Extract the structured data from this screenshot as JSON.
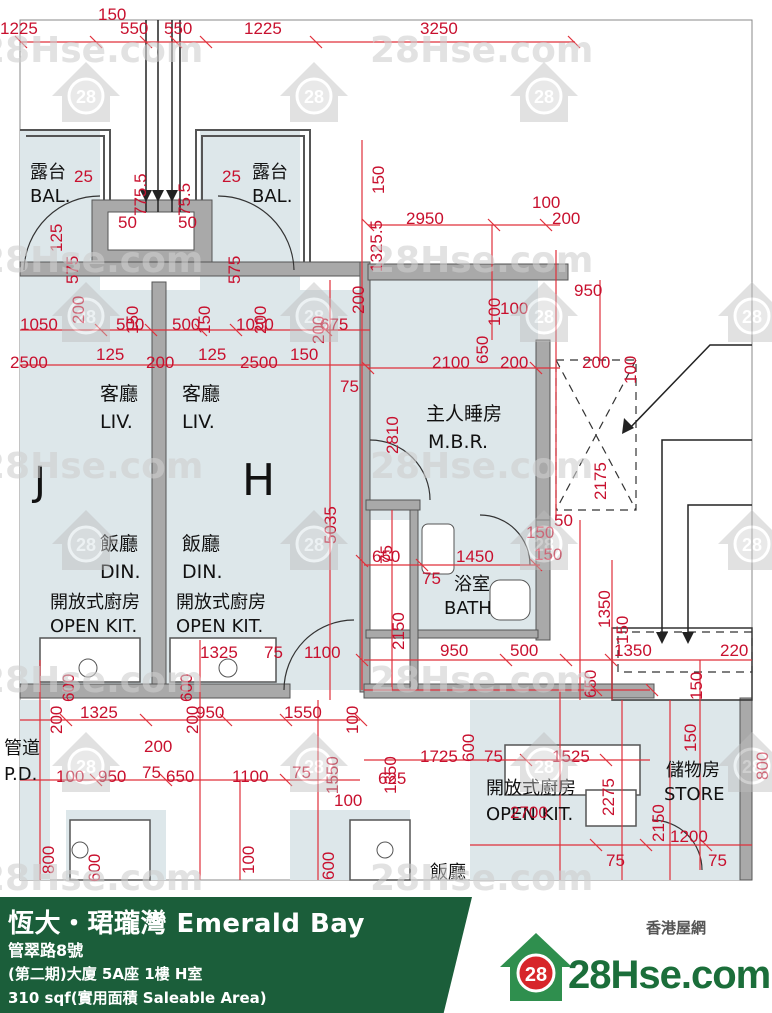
{
  "plan": {
    "unit_letter": "H",
    "neighbor_letter": "J",
    "rooms": [
      {
        "id": "balcony-left",
        "cn": "露台",
        "en": "BAL."
      },
      {
        "id": "balcony-right",
        "cn": "露台",
        "en": "BAL."
      },
      {
        "id": "living-left",
        "cn": "客廳",
        "en": "LIV."
      },
      {
        "id": "living-right",
        "cn": "客廳",
        "en": "LIV."
      },
      {
        "id": "master-bedroom",
        "cn": "主人睡房",
        "en": "M.B.R."
      },
      {
        "id": "dining-left",
        "cn": "飯廳",
        "en": "DIN."
      },
      {
        "id": "dining-right",
        "cn": "飯廳",
        "en": "DIN."
      },
      {
        "id": "open-kitchen-left",
        "cn": "開放式廚房",
        "en": "OPEN KIT."
      },
      {
        "id": "open-kitchen-right",
        "cn": "開放式廚房",
        "en": "OPEN KIT."
      },
      {
        "id": "bathroom",
        "cn": "浴室",
        "en": "BATH"
      },
      {
        "id": "open-kitchen-lower",
        "cn": "開放式廚房",
        "en": "OPEN KIT."
      },
      {
        "id": "store",
        "cn": "儲物房",
        "en": "STORE"
      },
      {
        "id": "pd-partial",
        "cn": "管道",
        "en": "P.D."
      },
      {
        "id": "dining-partial",
        "cn": "飯廳",
        "en": ""
      }
    ],
    "dimensions": [
      "1225",
      "550",
      "550",
      "1225",
      "3250",
      "150",
      "25",
      "775.5",
      "75.5",
      "25",
      "50",
      "50",
      "125",
      "575",
      "575",
      "1325.5",
      "150",
      "2950",
      "100",
      "200",
      "200",
      "150",
      "150",
      "200",
      "200",
      "1050",
      "500",
      "500",
      "1050",
      "675",
      "200",
      "100",
      "650",
      "100",
      "950",
      "100",
      "2500",
      "125",
      "200",
      "125",
      "2500",
      "150",
      "2100",
      "200",
      "200",
      "75",
      "2810",
      "5035",
      "2175",
      "75",
      "650",
      "1450",
      "150",
      "75",
      "150",
      "50",
      "1350",
      "2150",
      "150",
      "950",
      "500",
      "650",
      "1350",
      "220",
      "150",
      "1325",
      "75",
      "1100",
      "600",
      "600",
      "200",
      "200",
      "1325",
      "950",
      "1550",
      "100",
      "600",
      "200",
      "1550",
      "1350",
      "1725",
      "75",
      "1525",
      "2275",
      "2150",
      "150",
      "100",
      "950",
      "75",
      "650",
      "1100",
      "75",
      "625",
      "800",
      "100",
      "2700",
      "1200",
      "75",
      "75",
      "800",
      "600",
      "600",
      "100"
    ],
    "watermark": "28Hse.com",
    "watermark_badge": "28"
  },
  "footer": {
    "estate_title": "恆大・珺瓏灣 Emerald Bay",
    "address": "管翠路8號",
    "unit": "(第二期)大廈 5A座 1樓 H室",
    "area": "310 sqf(實用面積 Saleable Area)",
    "brand_cn": "香港屋網",
    "brand_name": "28Hse.com",
    "brand_badge": "28",
    "colors": {
      "band": "#1b5e3a",
      "brand_green": "#1b6e3a",
      "brand_red": "#d7262a"
    }
  }
}
